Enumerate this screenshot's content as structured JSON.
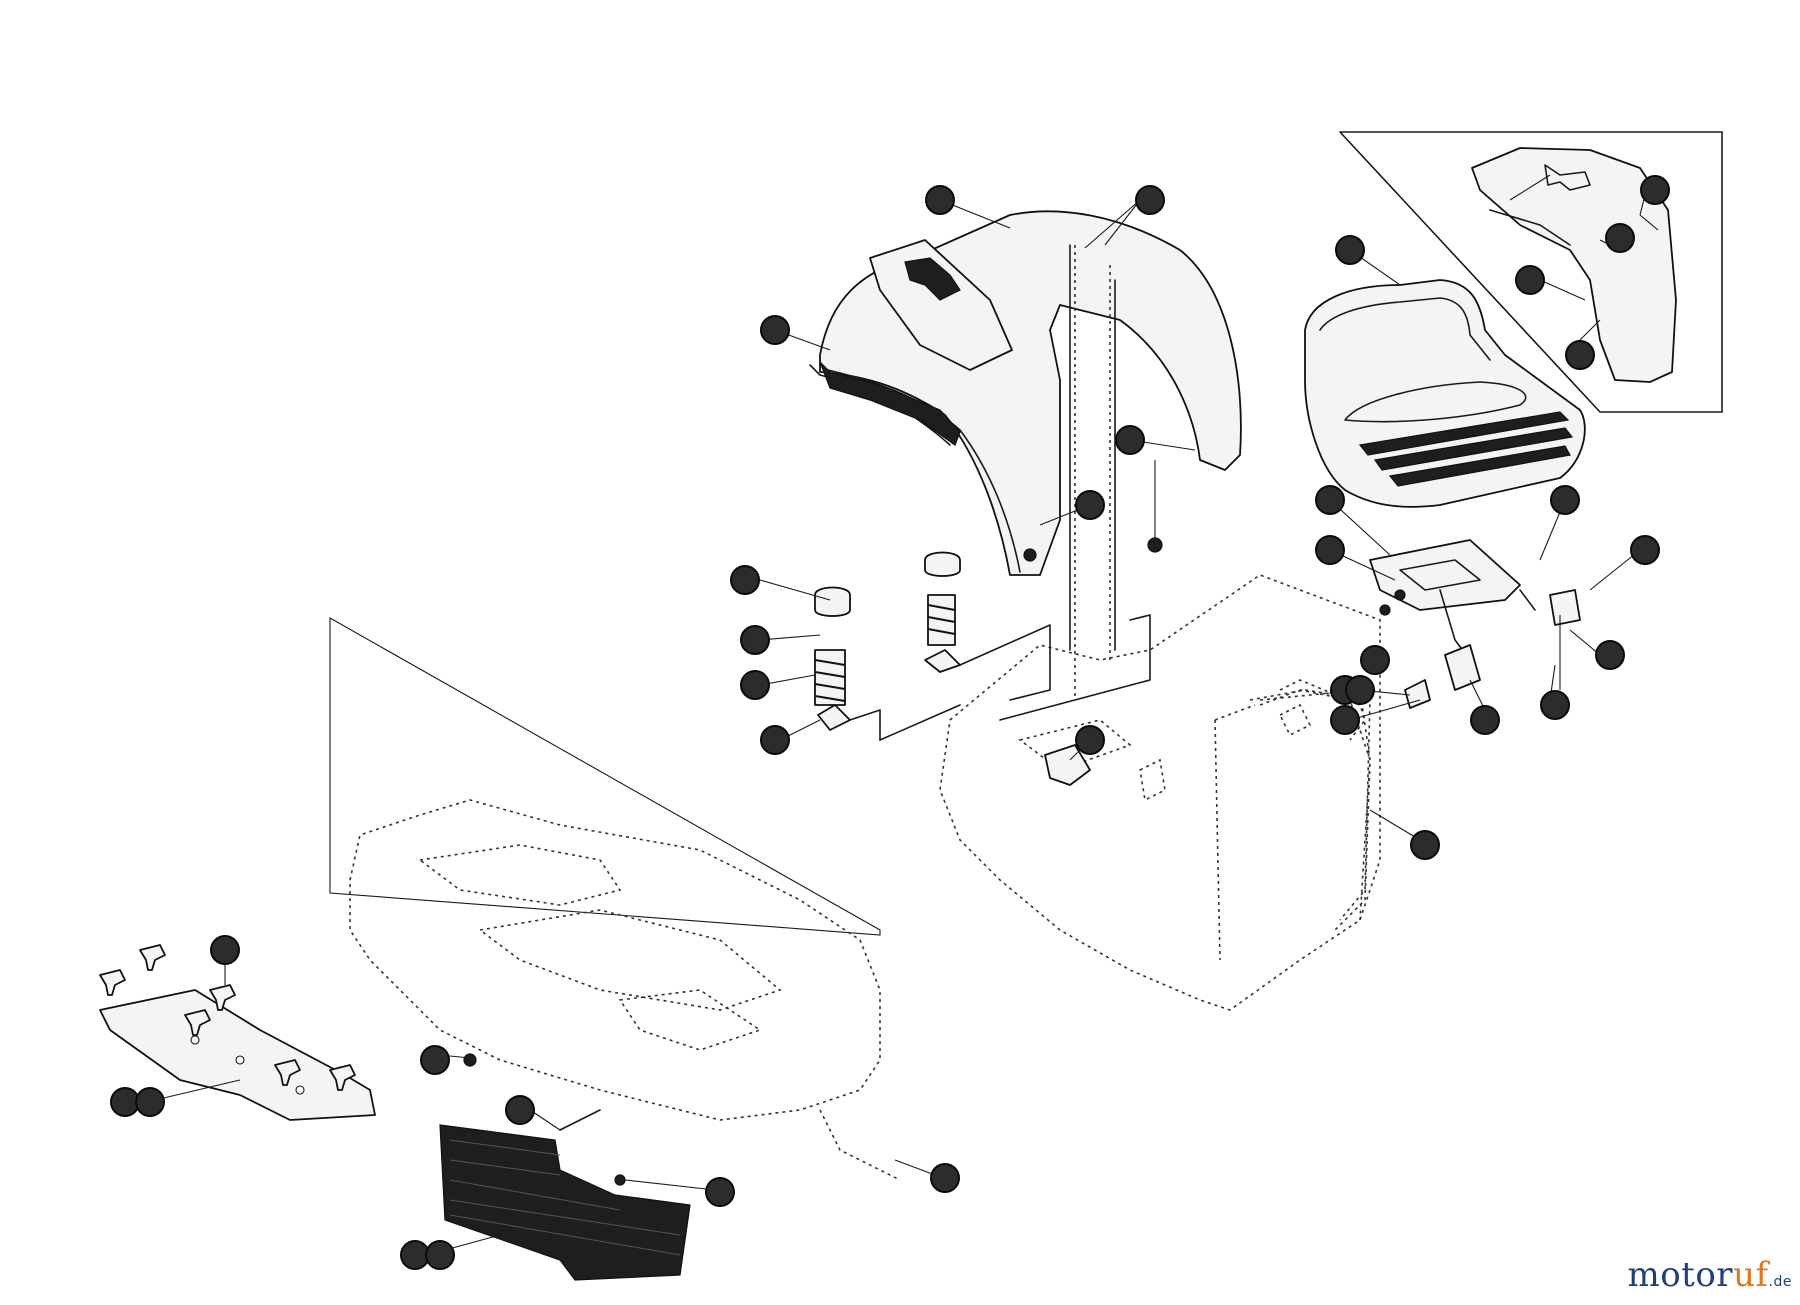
{
  "watermark": {
    "main": "motor",
    "accent": "uf",
    "tld": ".de"
  },
  "colors": {
    "line": "#1a1a1a",
    "callout": "#222222",
    "watermark_blue": "#1d3f7a",
    "watermark_orange": "#e0771a"
  }
}
